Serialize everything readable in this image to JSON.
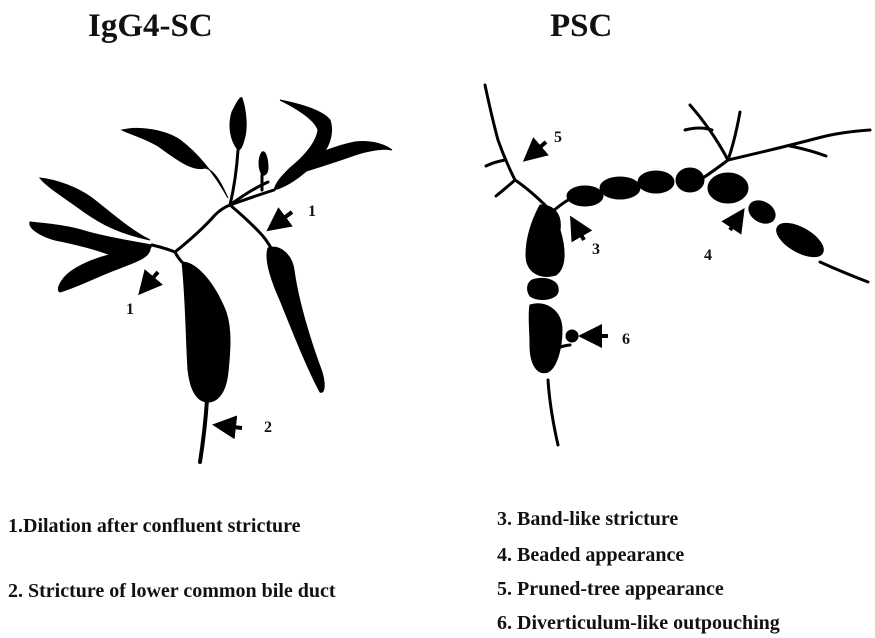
{
  "titles": {
    "left": "IgG4-SC",
    "right": "PSC"
  },
  "markers": {
    "m1a": "1",
    "m1b": "1",
    "m2": "2",
    "m3": "3",
    "m4": "4",
    "m5": "5",
    "m6": "6"
  },
  "legend_left": [
    "1.Dilation after confluent stricture",
    "2. Stricture of lower common bile duct"
  ],
  "legend_right": [
    "3. Band-like stricture",
    "4. Beaded appearance",
    "5. Pruned-tree appearance",
    "6. Diverticulum-like outpouching"
  ]
}
